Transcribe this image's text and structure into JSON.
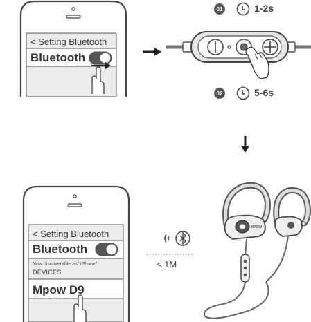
{
  "phone_top": {
    "nav_label": "< Setting Bluetooth",
    "setting_label": "Bluetooth",
    "toggle_state": "on"
  },
  "steps": [
    {
      "number": "01",
      "duration": "1-2s"
    },
    {
      "number": "02",
      "duration": "5-6s"
    }
  ],
  "phone_bottom": {
    "nav_label": "< Setting Bluetooth",
    "setting_label": "Bluetooth",
    "toggle_state": "on",
    "discoverable_text": "Now discoverable as \"iPhone\"",
    "section_label": "DEVICES",
    "device_name": "Mpow D9"
  },
  "distance_label": "< 1M",
  "earphone_brand": "MPOW",
  "icons": [
    "clock-icon",
    "bluetooth-icon",
    "hand-pointer-icon",
    "arrow-right-icon",
    "arrow-down-icon"
  ]
}
